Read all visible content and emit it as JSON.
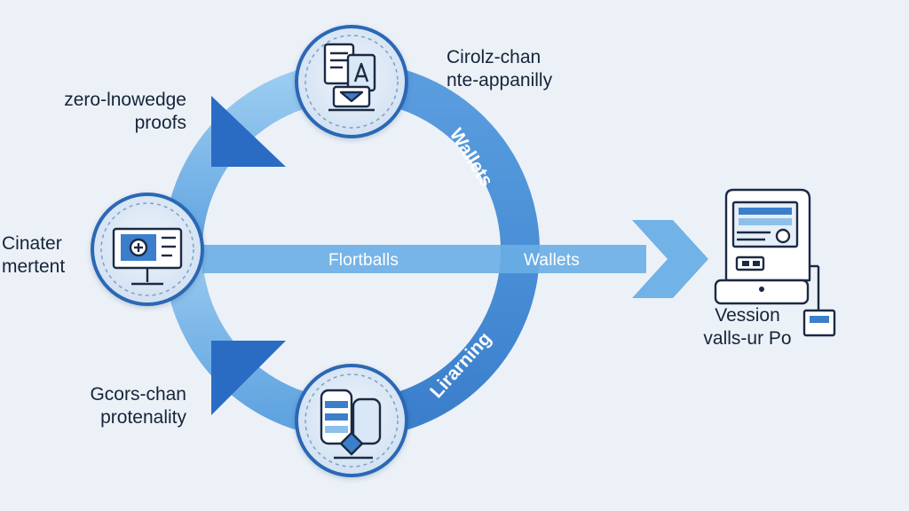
{
  "labels": {
    "top_right": [
      "Cirolz-chan",
      "nte-appanilly"
    ],
    "top_left": [
      "zero-lnowedge",
      "proofs"
    ],
    "mid_left": [
      "Cinater",
      "mertent"
    ],
    "bottom_left": [
      "Gcors-chan",
      "protenality"
    ],
    "device": [
      "Vession",
      "valls-ur Po"
    ]
  },
  "flow": {
    "left_label": "Flortballs",
    "right_label": "Wallets"
  },
  "arc": {
    "upper_label": "Wallets",
    "lower_label": "Lirarning"
  },
  "icons": {
    "top": "document-stack-icon",
    "left": "monitor-icon",
    "bottom": "database-icon",
    "device": "server-terminal-icon"
  },
  "colors": {
    "ring": "#4a8fd6",
    "ring_light": "#8cc0ea",
    "arrow_head": "#2a6cc4",
    "flow_band": "#6aaee6",
    "node_fill": "#dce8f5",
    "node_border": "#2c67b5",
    "icon_stroke": "#1b2a44",
    "background": "#ecf1f7"
  }
}
